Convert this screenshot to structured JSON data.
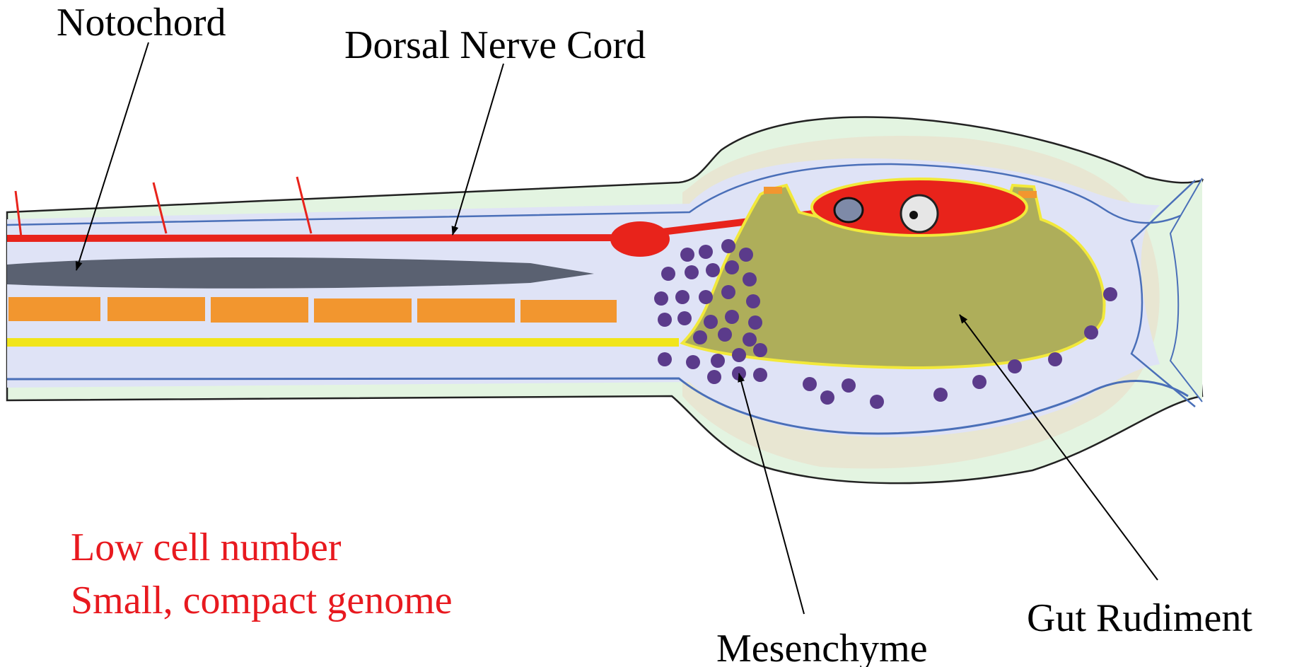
{
  "labels": {
    "notochord": "Notochord",
    "dorsal_nerve_cord": "Dorsal Nerve Cord",
    "mesenchyme": "Mesenchyme",
    "gut_rudiment": "Gut Rudiment"
  },
  "notes": {
    "line1": "Low cell number",
    "line2": "Small, compact genome",
    "color": "#e8191f"
  },
  "colors": {
    "outer_tunic": "#e3f4e1",
    "body_fill": "#dfe3f6",
    "nerve_cord": "#e8231b",
    "notochord": "#5a6171",
    "muscle": "#f2962f",
    "endoderm_strand": "#f1e51a",
    "gut": "#aeae5a",
    "gut_outline": "#f2e93a",
    "mesenchyme_cells": "#5b3b8b",
    "epidermis_line": "#4a6fb8",
    "head_band": "#e8e6d2",
    "sensory_vesicle": "#e8231b"
  }
}
